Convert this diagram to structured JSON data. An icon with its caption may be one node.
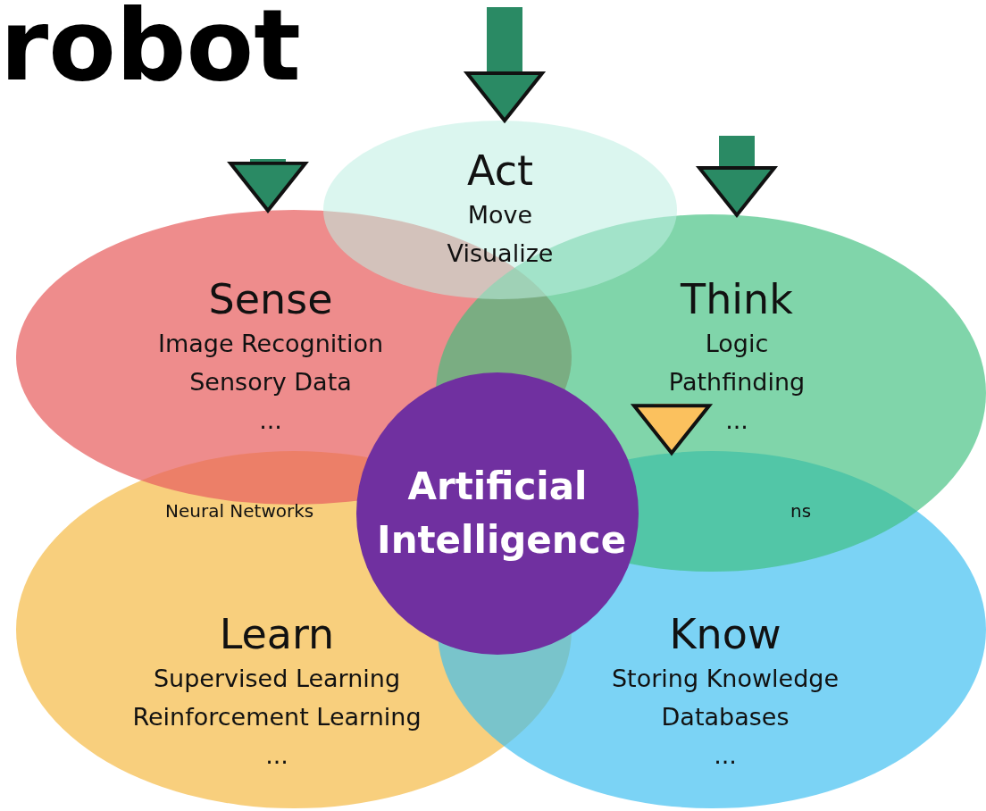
{
  "diagram": {
    "title": "robot",
    "nodes": [
      {
        "text": [
          "Act",
          "Move",
          "Visualize"
        ]
      },
      {
        "text": [
          "Sense",
          "Image Recognition",
          "Sensory Data",
          "..."
        ]
      },
      {
        "text": [
          "Think",
          "Logic",
          "Pathfinding",
          "..."
        ]
      },
      {
        "text": [
          "Artificial Intelligence"
        ]
      },
      {
        "text": [
          "Learn",
          "Supervised Learning",
          "Reinforcement Learning",
          "..."
        ]
      },
      {
        "text": [
          "Know",
          "Storing Knowledge",
          "Databases",
          "..."
        ]
      }
    ],
    "edges": [
      {
        "from": null,
        "to": 0,
        "arrow": "to"
      },
      {
        "from": null,
        "to": 1,
        "arrow": "to"
      },
      {
        "from": null,
        "to": 2,
        "arrow": "to"
      },
      {
        "from": 2,
        "to": 5,
        "arrow": "to",
        "color": "#fbc15e"
      }
    ],
    "labels": [
      "Neural Networks",
      "ns"
    ]
  }
}
